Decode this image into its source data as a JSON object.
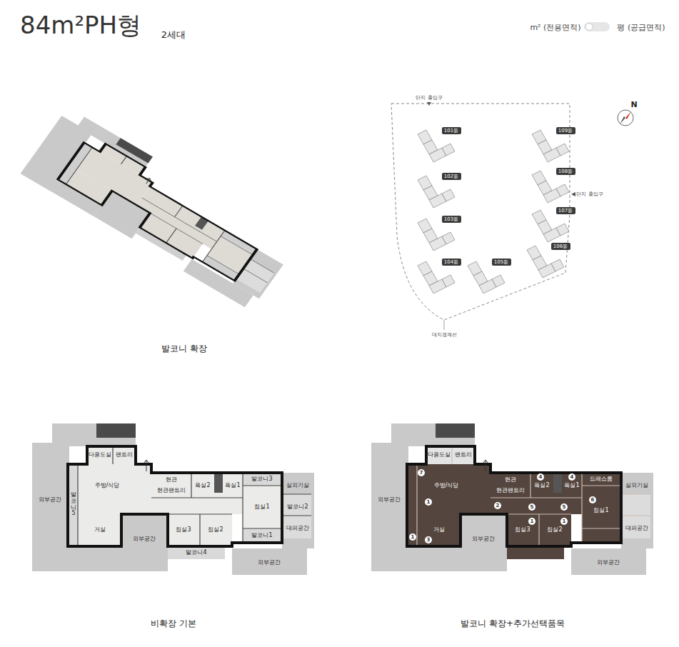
{
  "diagram": {
    "title": "84m²PH형",
    "nodes": [
      {
        "text": [
          "101동"
        ]
      },
      {
        "text": [
          "109동"
        ]
      },
      {
        "text": [
          "102동"
        ]
      },
      {
        "text": [
          "108동"
        ]
      },
      {
        "text": [
          "103동"
        ]
      },
      {
        "text": [
          "107동"
        ]
      },
      {
        "text": [
          "104동"
        ]
      },
      {
        "text": [
          "106동"
        ]
      },
      {
        "text": [
          "105동"
        ]
      }
    ],
    "labels": [
      "2세대",
      "m² (전용면적)",
      "평 (공급면적)",
      "발코니 확장",
      "단지 출입구",
      "단지 출입구",
      "대지경계선",
      "N",
      "다용도실",
      "팬트리",
      "주방/식당",
      "현관",
      "현관팬트리",
      "욕실2",
      "욕실1",
      "발코니3",
      "실외기실",
      "발코니2",
      "대피공간",
      "침실1",
      "발코니1",
      "외부공간",
      "발코니5",
      "거실",
      "외부공간",
      "침실3",
      "침실2",
      "발코니4",
      "외부공간",
      "다용도실",
      "팬트리",
      "주방/식당",
      "현관",
      "현관팬트리",
      "욕실2",
      "욕실1",
      "드레스룸",
      "실외기실",
      "대피공간",
      "침실1",
      "외부공간",
      "거실",
      "외부공간",
      "침실3",
      "침실2",
      "외부공간",
      "7",
      "1",
      "1",
      "3",
      "2",
      "4",
      "4",
      "5",
      "5",
      "1",
      "1",
      "6",
      "비확장 기본",
      "발코니 확장+추가선택품목"
    ]
  }
}
